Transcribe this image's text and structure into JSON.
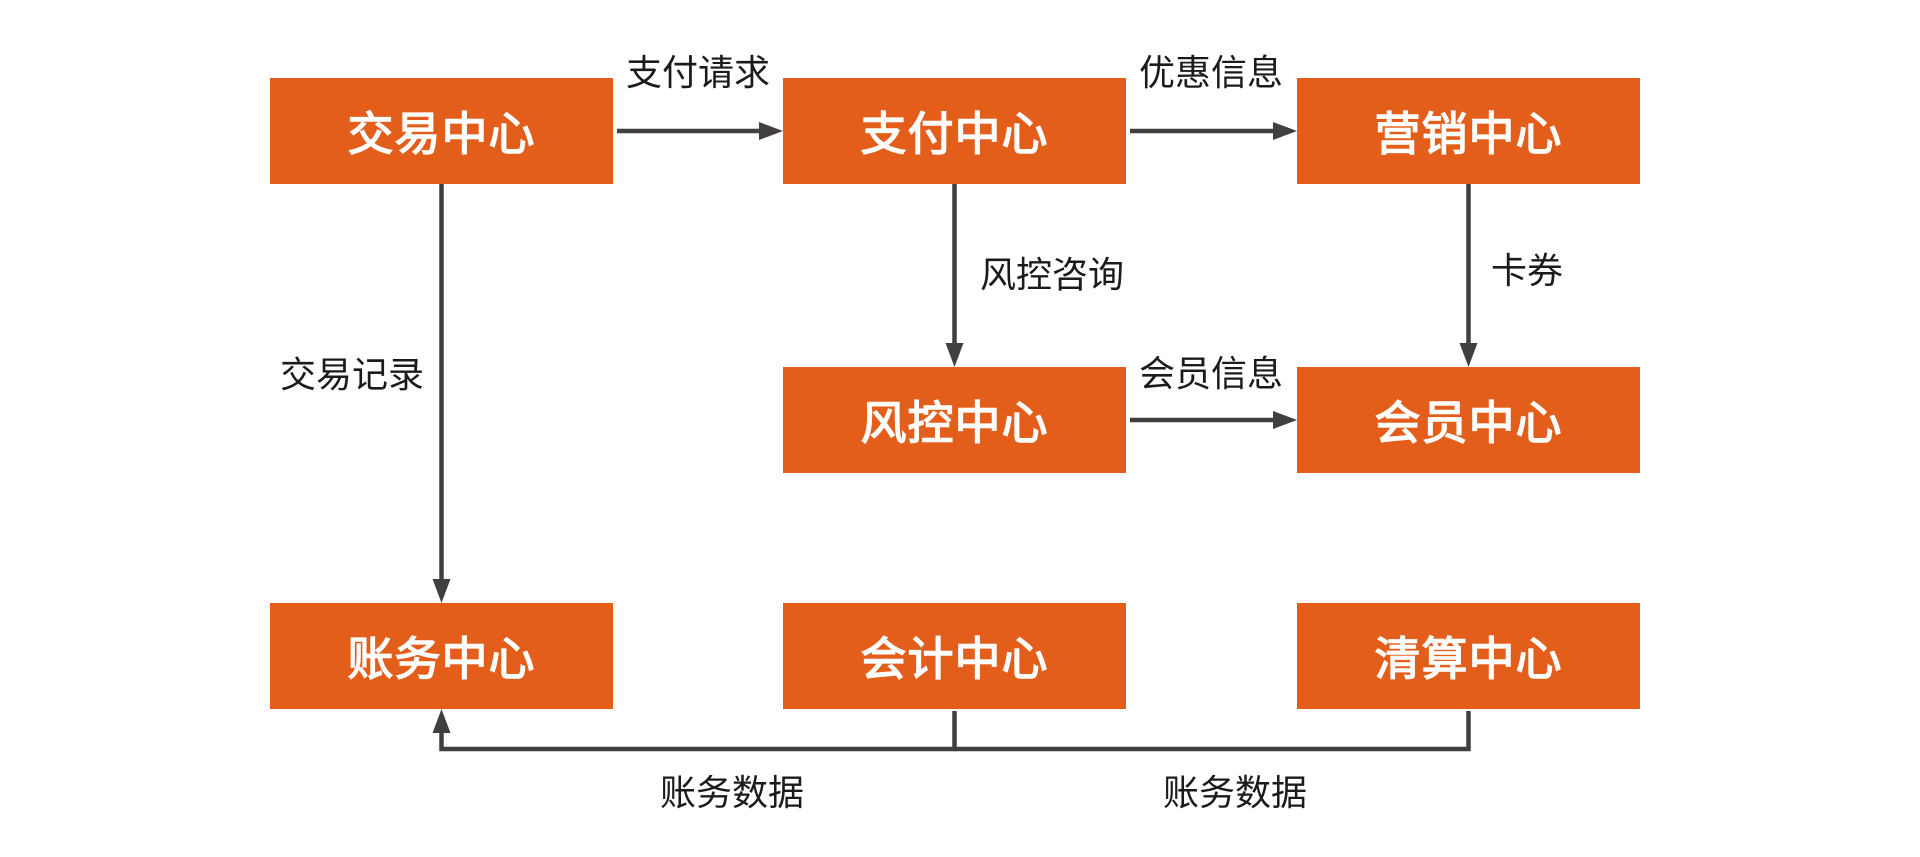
{
  "diagram": {
    "title": "payment-platform-centers-flow",
    "nodes": [
      {
        "id": "trade",
        "label": "交易中心"
      },
      {
        "id": "payment",
        "label": "支付中心"
      },
      {
        "id": "marketing",
        "label": "营销中心"
      },
      {
        "id": "risk",
        "label": "风控中心"
      },
      {
        "id": "member",
        "label": "会员中心"
      },
      {
        "id": "billing",
        "label": "账务中心"
      },
      {
        "id": "accounting",
        "label": "会计中心"
      },
      {
        "id": "clearing",
        "label": "清算中心"
      }
    ],
    "edges": [
      {
        "from": "交易中心",
        "to": "支付中心",
        "label": "支付请求",
        "direction": "right"
      },
      {
        "from": "支付中心",
        "to": "营销中心",
        "label": "优惠信息",
        "direction": "right"
      },
      {
        "from": "支付中心",
        "to": "风控中心",
        "label": "风控咨询",
        "direction": "down"
      },
      {
        "from": "营销中心",
        "to": "会员中心",
        "label": "卡券",
        "direction": "down"
      },
      {
        "from": "风控中心",
        "to": "会员中心",
        "label": "会员信息",
        "direction": "right"
      },
      {
        "from": "交易中心",
        "to": "账务中心",
        "label": "交易记录",
        "direction": "down"
      },
      {
        "from": "会计中心",
        "to": "账务中心",
        "label": "账务数据",
        "direction": "down-left-up"
      },
      {
        "from": "清算中心",
        "to": "账务中心",
        "label": "账务数据",
        "direction": "down-left-up"
      }
    ],
    "colors": {
      "node_fill": "#E45E1B",
      "node_text": "#FFFFFF",
      "edge_stroke": "#404040",
      "edge_label_text": "#1B1B1B",
      "background": "#FFFFFF"
    }
  }
}
